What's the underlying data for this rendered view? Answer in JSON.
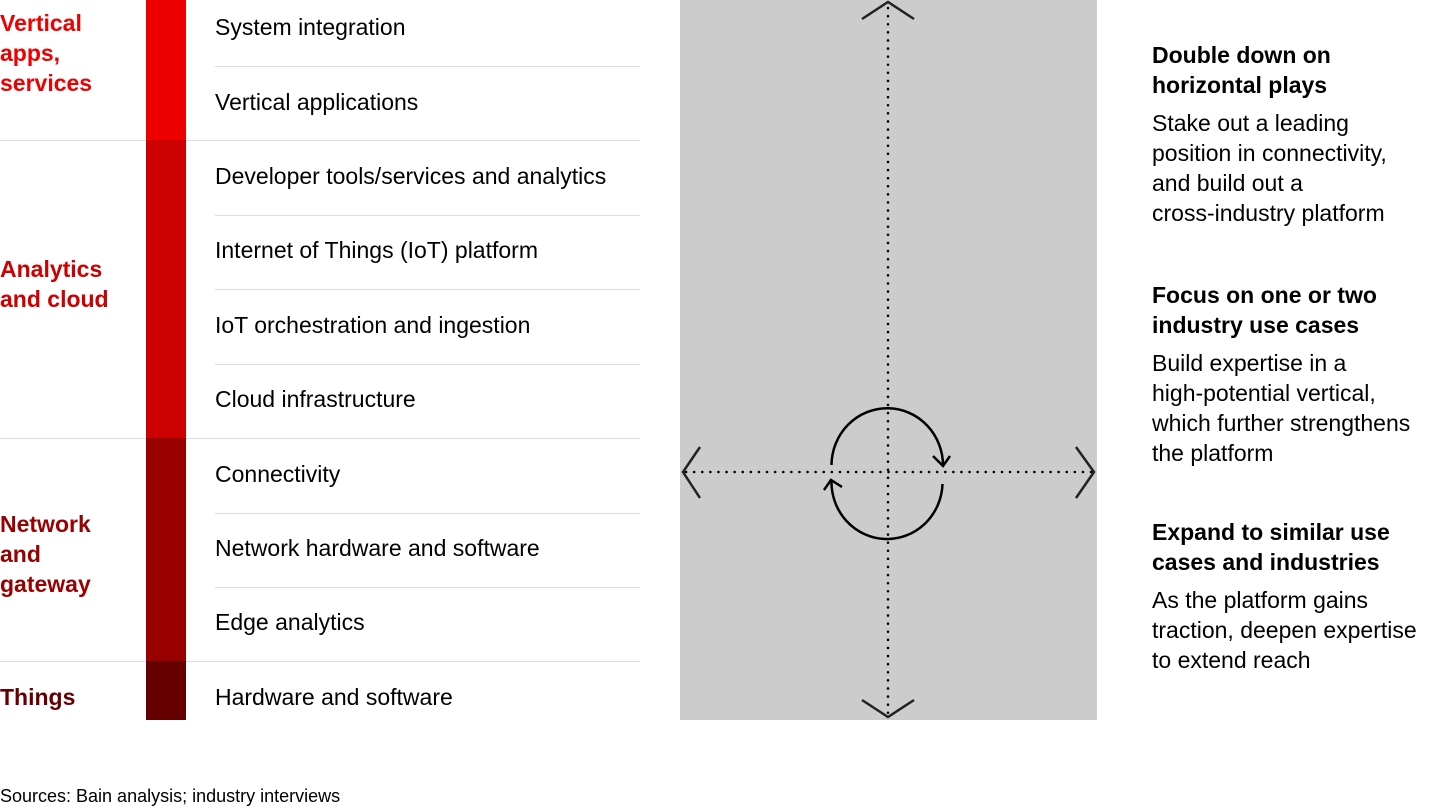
{
  "groups": [
    {
      "label": "Vertical\napps,\nservices",
      "color": "#EE0000"
    },
    {
      "label": "Analytics\nand cloud",
      "color": "#CC0000"
    },
    {
      "label": "Network\nand\ngateway",
      "color": "#990000"
    },
    {
      "label": "Things",
      "color": "#660000"
    }
  ],
  "items": [
    "System integration",
    "Vertical applications",
    "Developer tools/services and analytics",
    "Internet of Things (IoT) platform",
    "IoT orchestration and ingestion",
    "Cloud infrastructure",
    "Connectivity",
    "Network hardware and software",
    "Edge analytics",
    "Hardware and software"
  ],
  "diagram": {
    "panel_color": "#CCCCCC",
    "icons": [
      "arrow-up-icon",
      "arrow-down-icon",
      "arrow-left-icon",
      "arrow-right-icon",
      "cycle-arrows-icon"
    ]
  },
  "strategies": [
    {
      "title": "Double down on\nhorizontal plays",
      "description": "Stake out a leading\nposition in connectivity,\nand build out a\ncross-industry platform"
    },
    {
      "title": "Focus on one or two\nindustry use cases",
      "description": "Build expertise in a\nhigh-potential vertical,\nwhich further strengthens\nthe platform"
    },
    {
      "title": "Expand to similar use\ncases and industries",
      "description": "As the platform gains\ntraction, deepen expertise\nto extend reach"
    }
  ],
  "source": "Sources: Bain analysis; industry interviews"
}
